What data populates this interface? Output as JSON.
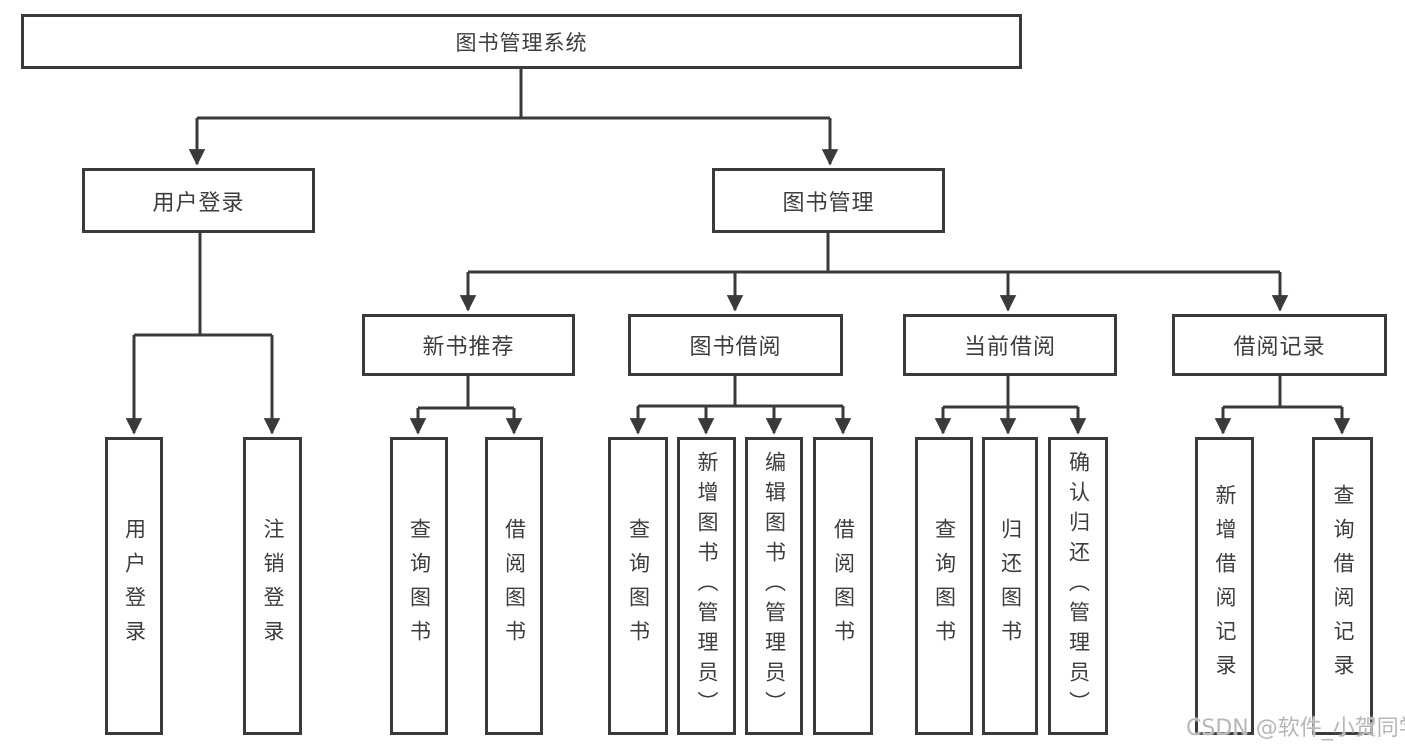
{
  "diagram": {
    "root": {
      "label": "图书管理系统"
    },
    "branches": [
      {
        "label": "用户登录",
        "children": [
          {
            "label": "用户登录"
          },
          {
            "label": "注销登录"
          }
        ]
      },
      {
        "label": "图书管理",
        "children": [
          {
            "label": "新书推荐",
            "children": [
              {
                "label": "查询图书"
              },
              {
                "label": "借阅图书"
              }
            ]
          },
          {
            "label": "图书借阅",
            "children": [
              {
                "label": "查询图书"
              },
              {
                "label": "新增图书（管理员）"
              },
              {
                "label": "编辑图书（管理员）"
              },
              {
                "label": "借阅图书"
              }
            ]
          },
          {
            "label": "当前借阅",
            "children": [
              {
                "label": "查询图书"
              },
              {
                "label": "归还图书"
              },
              {
                "label": "确认归还（管理员）"
              }
            ]
          },
          {
            "label": "借阅记录",
            "children": [
              {
                "label": "新增借阅记录"
              },
              {
                "label": "查询借阅记录"
              }
            ]
          }
        ]
      }
    ]
  },
  "colors": {
    "line": "#3a3a3a",
    "text": "#3d3d3d",
    "background": "#ffffff",
    "watermark": "#b7b7b7"
  },
  "watermark": "CSDN @软件_小贺同学"
}
